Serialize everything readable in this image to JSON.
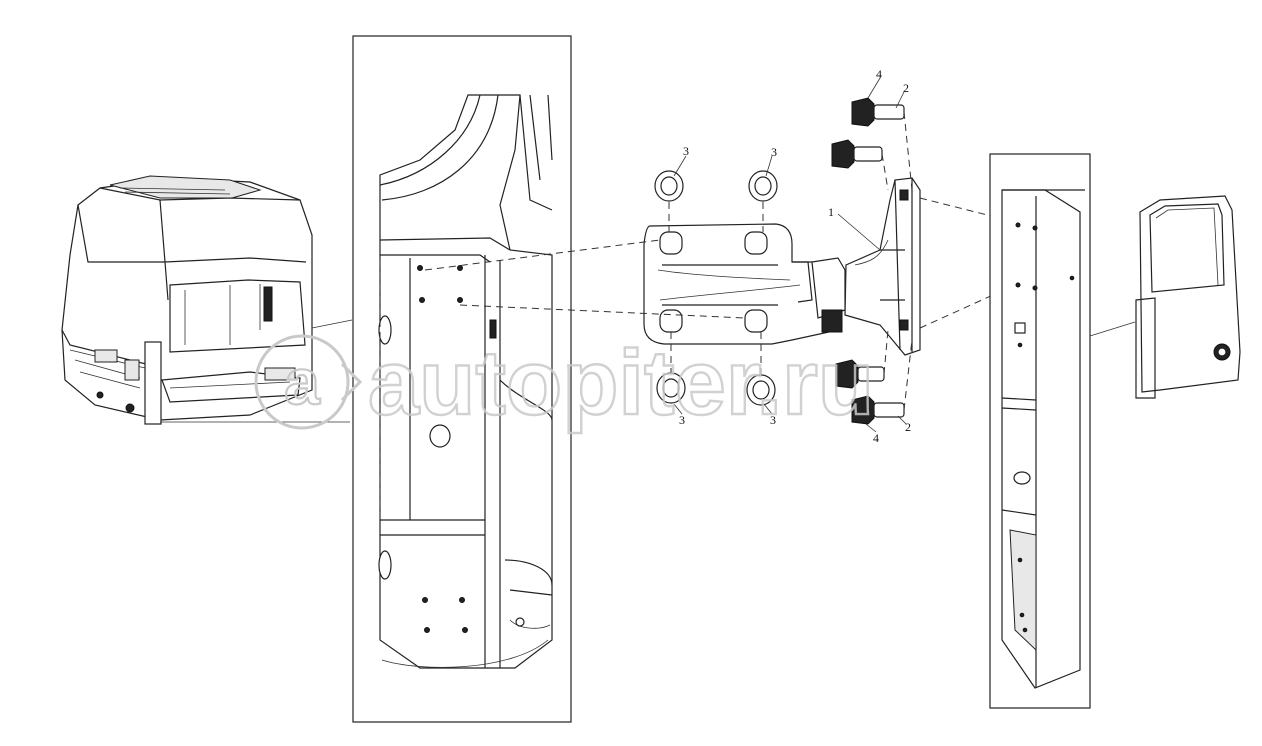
{
  "watermark": {
    "text": "autopiter.ru"
  },
  "corner_mark": "",
  "callouts": {
    "part_1": "1",
    "part_2_top": "2",
    "part_2_bottom": "2",
    "part_3_top_left": "3",
    "part_3_top_right": "3",
    "part_3_bottom_left": "3",
    "part_3_bottom_right": "3",
    "part_4_top": "4",
    "part_4_bottom": "4"
  }
}
